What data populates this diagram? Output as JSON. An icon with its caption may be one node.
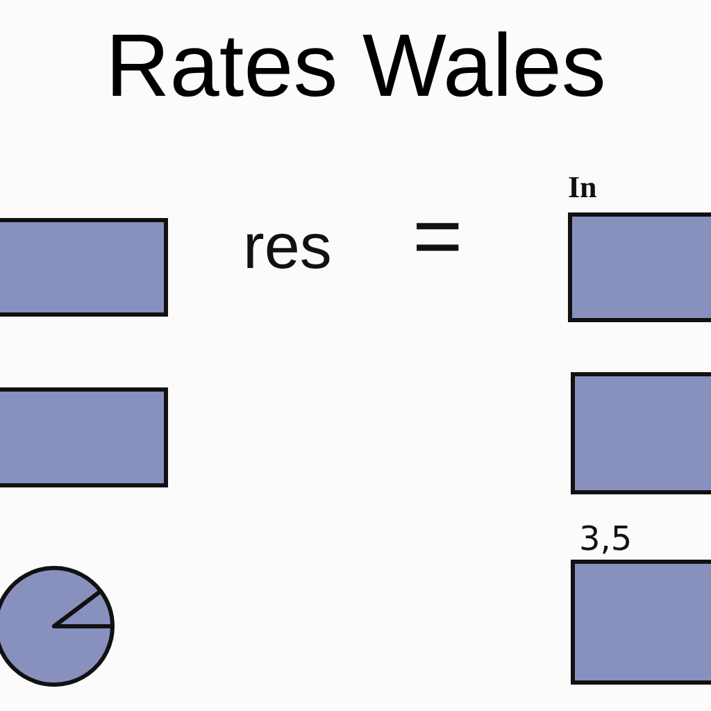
{
  "diagram": {
    "title": "Rates Wales",
    "nodes": [
      {
        "text": [],
        "shape": "box"
      },
      {
        "text": [
          "In"
        ]
      },
      {
        "text": [],
        "shape": "box"
      },
      {
        "text": [],
        "shape": "box"
      },
      {
        "text": [],
        "shape": "circle"
      },
      {
        "text": [
          "3,5"
        ]
      }
    ],
    "labels": [
      "res",
      "="
    ]
  }
}
